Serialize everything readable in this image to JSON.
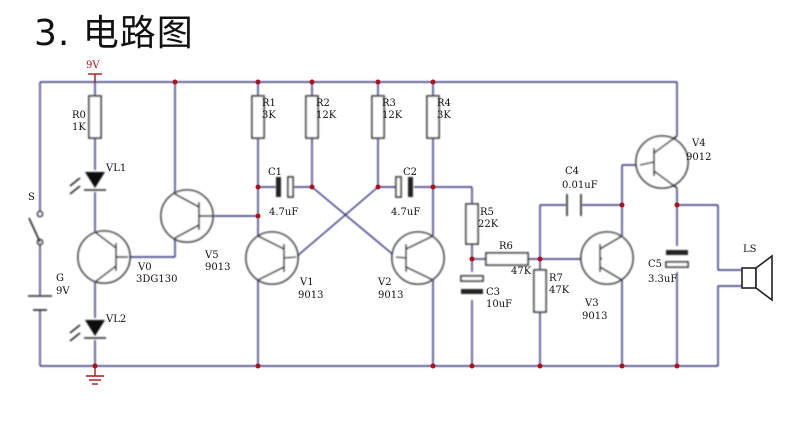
{
  "title": "3. 电路图",
  "supply": "9V",
  "switch": "S",
  "battery": {
    "name": "G",
    "value": "9V"
  },
  "resistors": [
    {
      "name": "R0",
      "value": "1K"
    },
    {
      "name": "R1",
      "value": "3K"
    },
    {
      "name": "R2",
      "value": "12K"
    },
    {
      "name": "R3",
      "value": "12K"
    },
    {
      "name": "R4",
      "value": "3K"
    },
    {
      "name": "R5",
      "value": "22K"
    },
    {
      "name": "R6",
      "value": "47K"
    },
    {
      "name": "R7",
      "value": "47K"
    }
  ],
  "capacitors": [
    {
      "name": "C1",
      "value": "4.7uF"
    },
    {
      "name": "C2",
      "value": "4.7uF"
    },
    {
      "name": "C3",
      "value": "10uF"
    },
    {
      "name": "C4",
      "value": "0.01uF"
    },
    {
      "name": "C5",
      "value": "3.3uF"
    }
  ],
  "leds": [
    {
      "name": "VL1"
    },
    {
      "name": "VL2"
    }
  ],
  "transistors": [
    {
      "name": "V0",
      "type": "3DG130"
    },
    {
      "name": "V5",
      "type": "9013"
    },
    {
      "name": "V1",
      "type": "9013"
    },
    {
      "name": "V2",
      "type": "9013"
    },
    {
      "name": "V3",
      "type": "9013"
    },
    {
      "name": "V4",
      "type": "9012"
    }
  ],
  "speaker": "LS"
}
